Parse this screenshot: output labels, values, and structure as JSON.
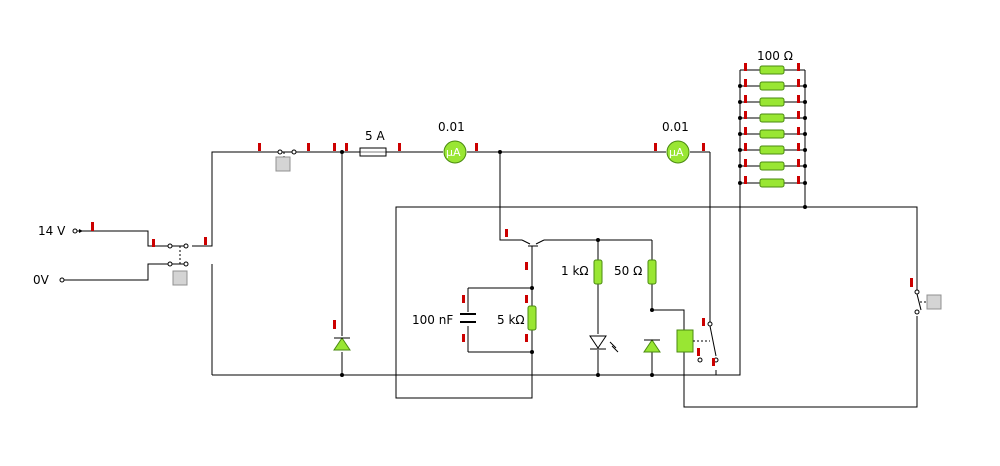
{
  "colors": {
    "wire": "#000000",
    "terminal_marker": "#cc0000",
    "component_green": "#99e633",
    "component_green_stroke": "#4a8a10",
    "button_gray": "#d4d4d4"
  },
  "sources": {
    "supply_label": "14 V",
    "ground_label": "0V"
  },
  "fuse": {
    "label": "5 A"
  },
  "meters": [
    {
      "reading": "0.01",
      "unit": "µA"
    },
    {
      "reading": "0.01",
      "unit": "µA"
    }
  ],
  "resistor_bank": {
    "label": "100 Ω",
    "count": 8
  },
  "capacitor": {
    "label": "100 nF"
  },
  "resistors": {
    "r_emitter": "5 kΩ",
    "r_led": "1 kΩ",
    "r_zener": "50 Ω"
  },
  "icons": [
    "switch-icon",
    "fuse-icon",
    "ammeter-icon",
    "resistor-icon",
    "capacitor-icon",
    "diode-icon",
    "led-icon",
    "transistor-icon",
    "relay-icon",
    "pushbutton-icon"
  ]
}
